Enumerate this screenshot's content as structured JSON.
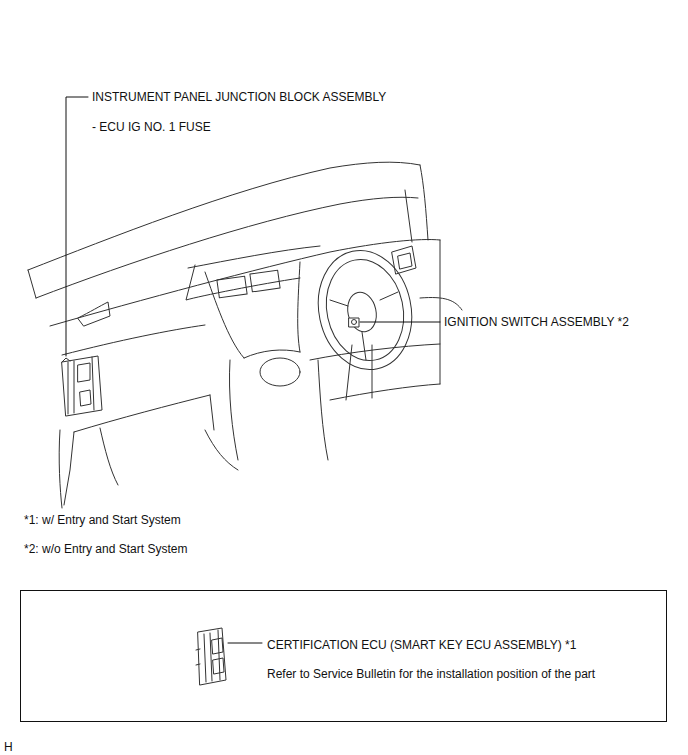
{
  "diagram": {
    "nodes": [
      {
        "text": [
          "CERTIFICATION ECU (SMART KEY ECU ASSEMBLY) *1",
          "Refer to Service Bulletin for the installation position of the part"
        ]
      }
    ],
    "labels": [
      "INSTRUMENT PANEL JUNCTION BLOCK ASSEMBLY",
      "- ECU IG NO. 1 FUSE",
      "IGNITION SWITCH ASSEMBLY *2",
      "*1: w/ Entry and Start System",
      "*2: w/o Entry and Start System",
      "H"
    ]
  }
}
